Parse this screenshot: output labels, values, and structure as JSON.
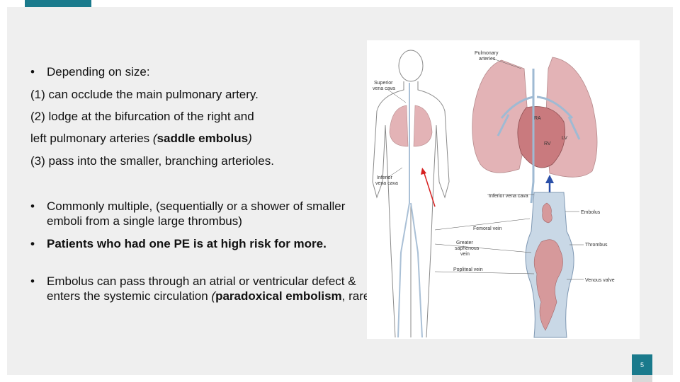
{
  "slide": {
    "page_number": "5",
    "accent_color": "#1a7a8c"
  },
  "content": {
    "intro": "Depending on size:",
    "item1": "(1) can occlude the main pulmonary artery.",
    "item2": "(2) lodge at the bifurcation of the right and",
    "item2b_text": "left pulmonary arteries ",
    "item2b_paren_open": "(",
    "item2b_bold": "saddle embolus",
    "item2b_paren_close": ")",
    "item3": "(3) pass into the smaller, branching arterioles.",
    "bullet2": "Commonly multiple, (sequentially or a shower of smaller emboli from a single large thrombus)",
    "bullet3": "Patients who had one PE is at  high risk for more.",
    "bullet4_a": "Embolus  can pass through an atrial or ventricular defect & enters the systemic circulation ",
    "bullet4_paren_open": "(",
    "bullet4_bold": "paradoxical embolism",
    "bullet4_b": ", rare",
    "bullet4_paren_close": ")",
    "bullet4_end": "."
  },
  "figure": {
    "labels": {
      "pulmonary_arteries_1": "Pulmonary",
      "pulmonary_arteries_2": "arteries",
      "superior_vena_cava_1": "Superior",
      "superior_vena_cava_2": "vena cava",
      "ra": "RA",
      "rv": "RV",
      "lv": "LV",
      "inferior_vena_cava_1": "Inferior",
      "inferior_vena_cava_2": "vena cava",
      "inferior_vena_cava_right": "Inferior vena cava",
      "embolus": "Embolus",
      "femoral_vein": "Femoral vein",
      "thrombus": "Thrombus",
      "greater_saphenous_1": "Greater",
      "greater_saphenous_2": "saphenous",
      "greater_saphenous_3": "vein",
      "popliteal_vein": "Popliteal vein",
      "venous_valve": "Venous valve"
    },
    "colors": {
      "lung": "#e3b3b6",
      "vessel": "#c9d8e6",
      "clot": "#d6999b",
      "arrow_red": "#d62020",
      "arrow_blue": "#2a4fa8"
    }
  }
}
